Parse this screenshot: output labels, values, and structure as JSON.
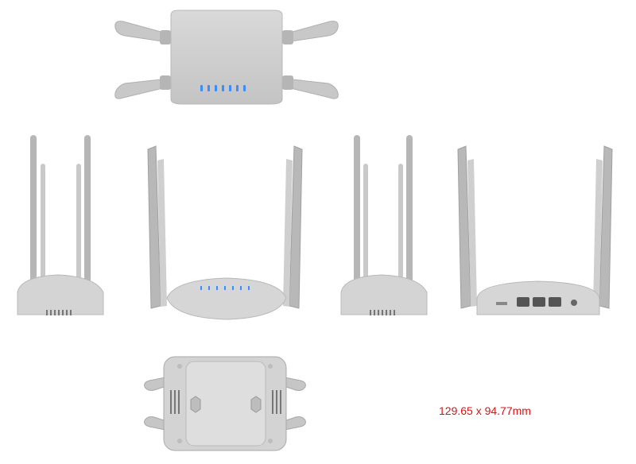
{
  "product": {
    "views": [
      "top",
      "side-left",
      "front",
      "side-right",
      "back",
      "bottom"
    ]
  },
  "dimensions_label": "129.65 x 94.77mm",
  "colors": {
    "body": "#d3d3d3",
    "body_shadow": "#a9a9a9",
    "antenna": "#b9b9b9",
    "led": "#3a8cff",
    "label_text": "#e01010"
  }
}
